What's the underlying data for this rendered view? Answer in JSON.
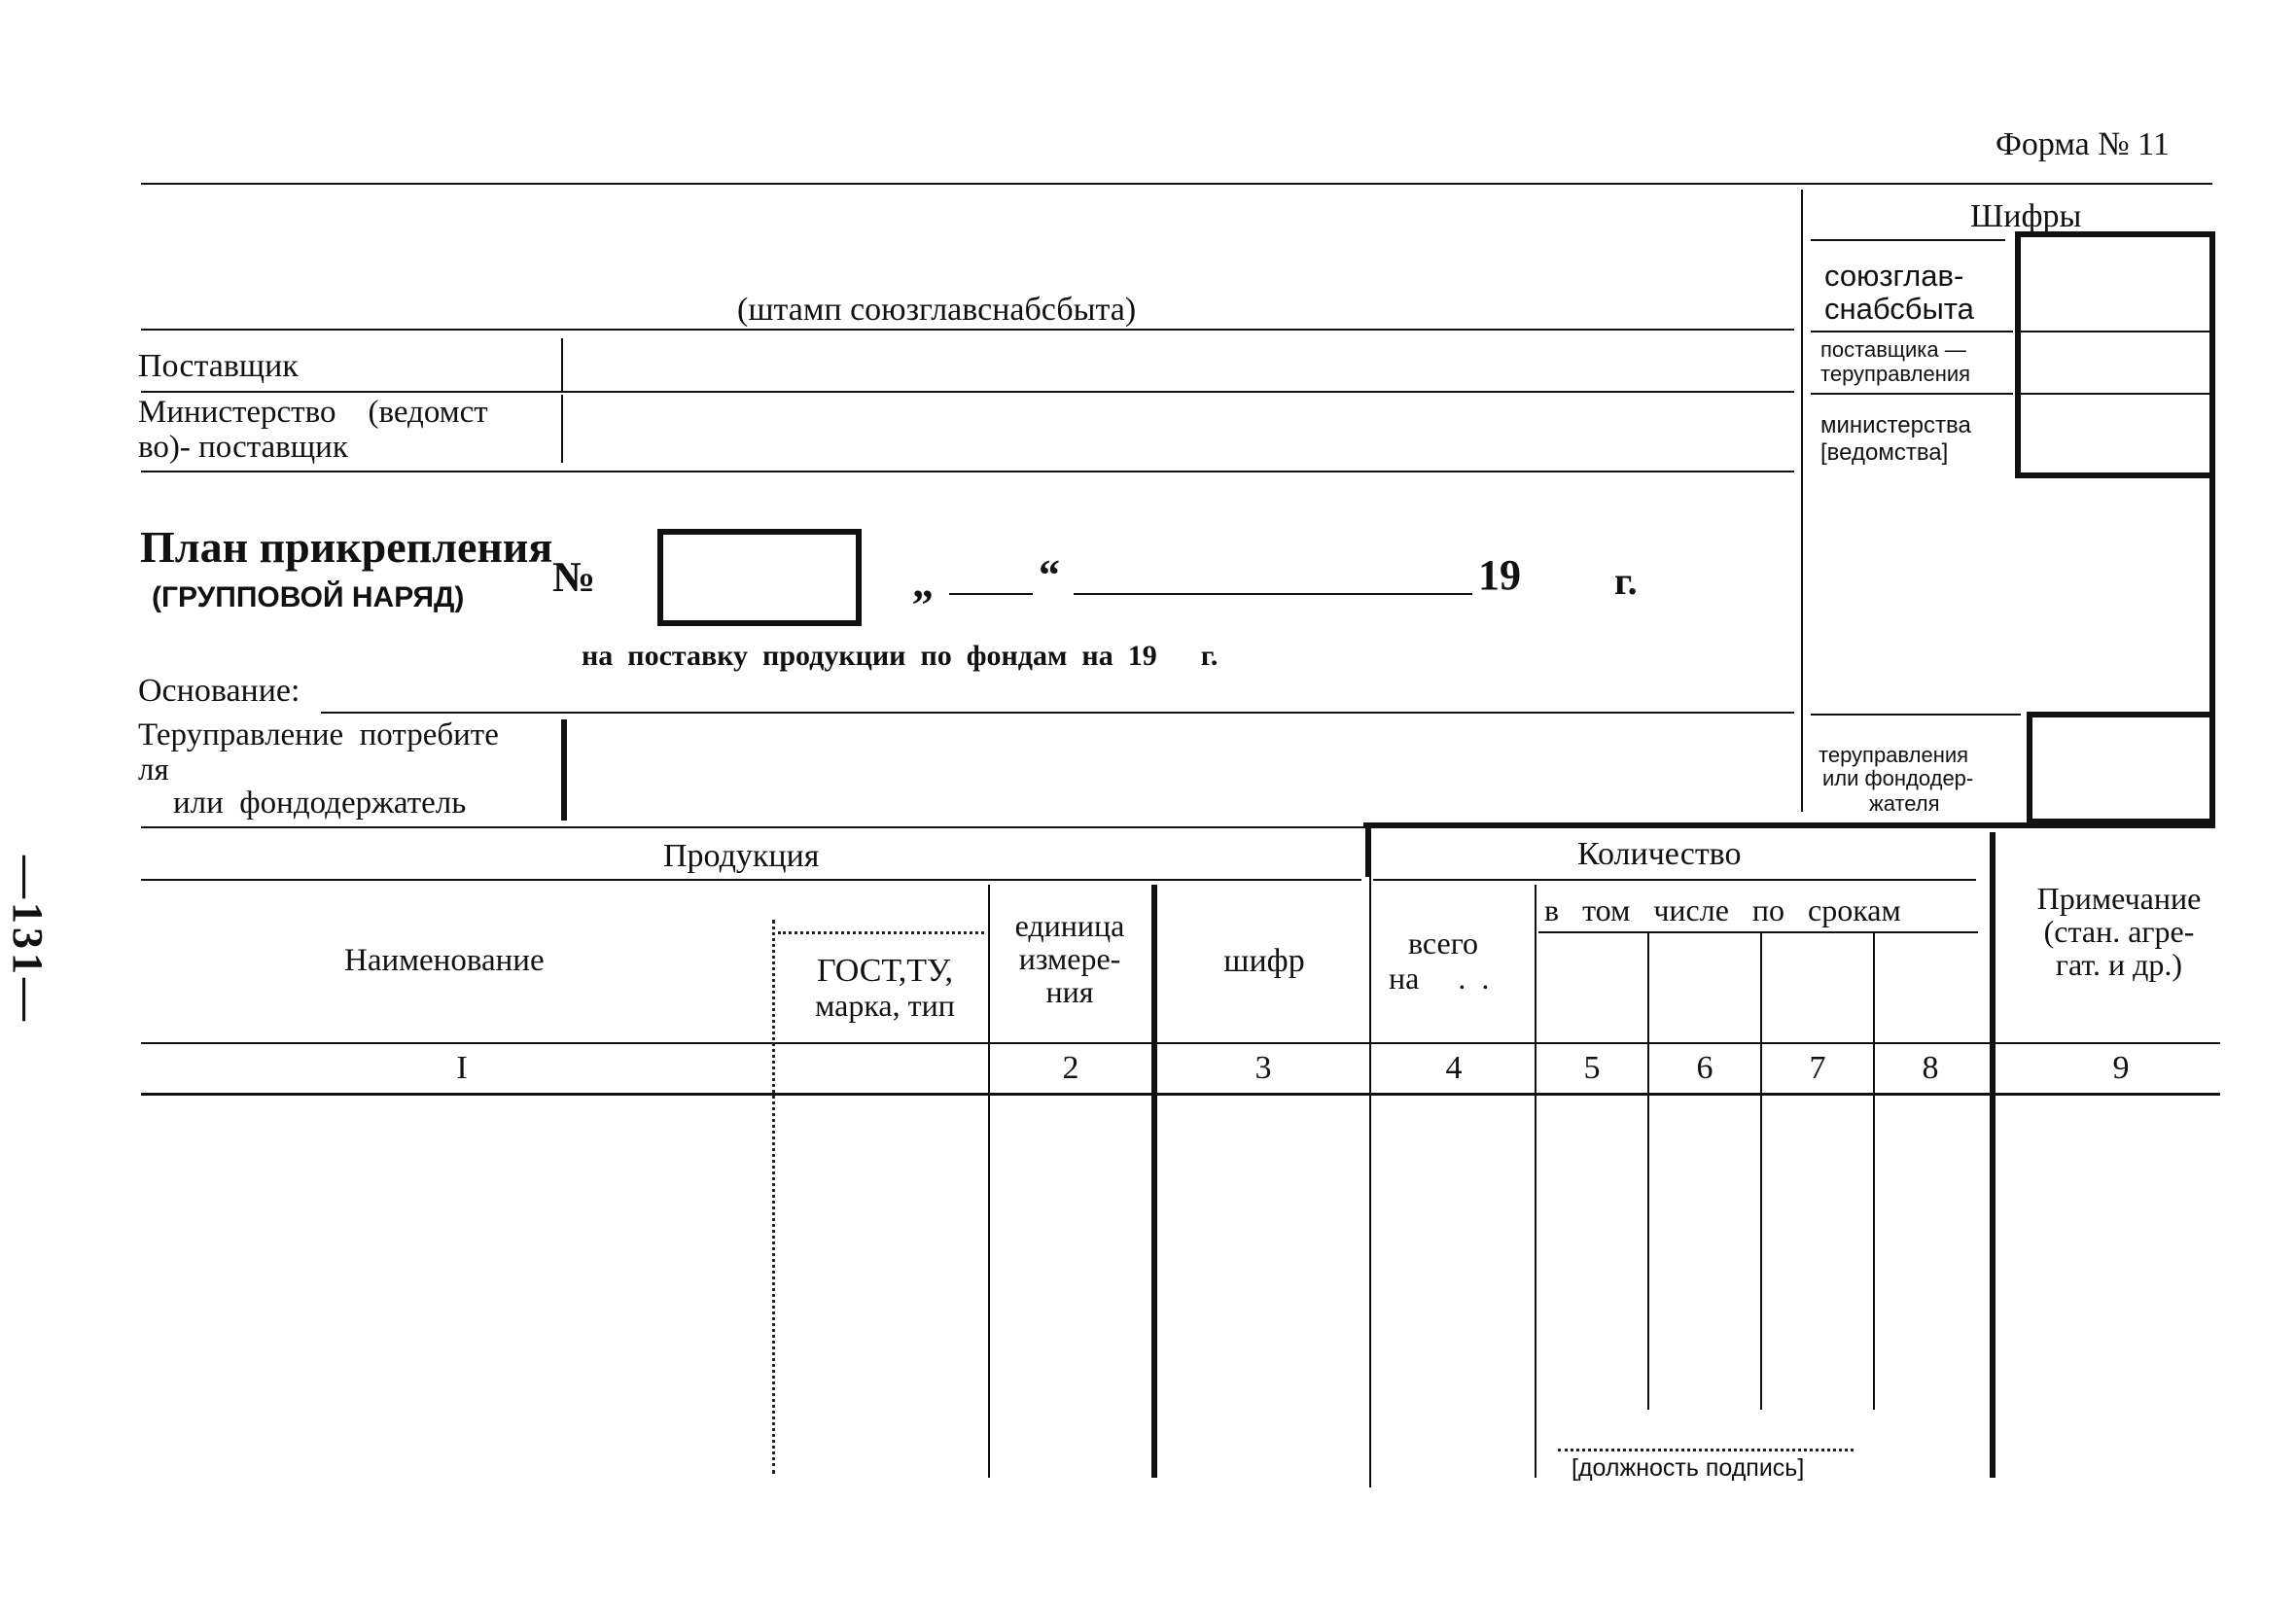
{
  "form_number": "Форма № 11",
  "page_number": "—131—",
  "stamp_label": "(штамп союзглавснабсбыта)",
  "ciphers": {
    "title": "Шифры",
    "soyuz": [
      "союзглав-",
      "снабсбыта"
    ],
    "supplier_dept": [
      "поставщика —",
      "теруправления"
    ],
    "ministry": [
      "министерства",
      "[ведомства]"
    ],
    "consumer_dept": [
      "теруправления",
      "или фондодер-",
      "жателя"
    ]
  },
  "fields": {
    "supplier": "Поставщик",
    "ministry_line1": "Министерство    (ведомст",
    "ministry_line2": "во)- поставщик",
    "basis": "Основание:",
    "consumer_line1": "Теруправление  потребите",
    "consumer_line2": "ля",
    "consumer_line3": "или  фондодержатель"
  },
  "plan": {
    "title": "План прикрепления",
    "subtitle": "(ГРУППОВОЙ НАРЯД)",
    "no_sign": "№",
    "quote_open": "„",
    "quote_close": "“",
    "year_prefix": "19",
    "year_suffix": "г.",
    "delivery": "на  поставку  продукции  по  фондам  на  19      г."
  },
  "table": {
    "group_product": "Продукция",
    "group_quantity": "Количество",
    "col_name": "Наименование",
    "col_gost": [
      "ГОСТ,ТУ,",
      "марка, тип"
    ],
    "col_unit": [
      "единица",
      "измере-",
      "ния"
    ],
    "col_cipher": "шифр",
    "col_total": [
      "всего",
      "на     .  ."
    ],
    "col_terms": "в   том   числе   по   срокам",
    "col_note": [
      "Примечание",
      "(стан. агре-",
      "гат. и др.)"
    ],
    "col_numbers": [
      "I",
      "2",
      "3",
      "4",
      "5",
      "6",
      "7",
      "8",
      "9"
    ],
    "signature": "[должность подпись]"
  }
}
